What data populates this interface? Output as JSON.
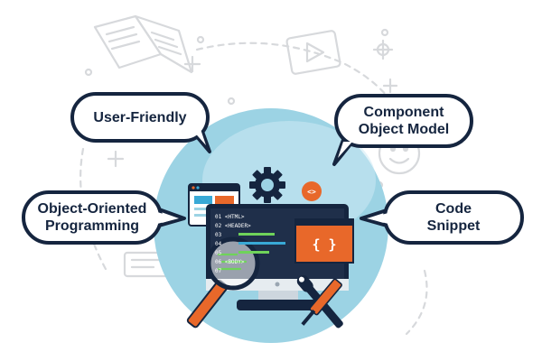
{
  "bubbles": {
    "user_friendly": "User-Friendly",
    "component_object_model": "Component\nObject Model",
    "object_oriented_programming": "Object-Oriented\nProgramming",
    "code_snippet": "Code\nSnippet"
  },
  "screen": {
    "code_lines": [
      "01 <HTML>",
      "02 <HEADER>",
      "03",
      "04",
      "05",
      "06 <BODY>",
      "07"
    ],
    "braces_label": "{ }"
  },
  "small_badge": {
    "label": "<>"
  },
  "colors": {
    "dark_navy": "#15253f",
    "accent_blue": "#39a9d6",
    "orange": "#e8682a",
    "light_cyan": "#cdeaf4",
    "circle": "#9cd3e4",
    "screen_bg": "#1f2f4a",
    "green_code": "#6fd35a",
    "doodle_gray": "#d7d9dc"
  }
}
